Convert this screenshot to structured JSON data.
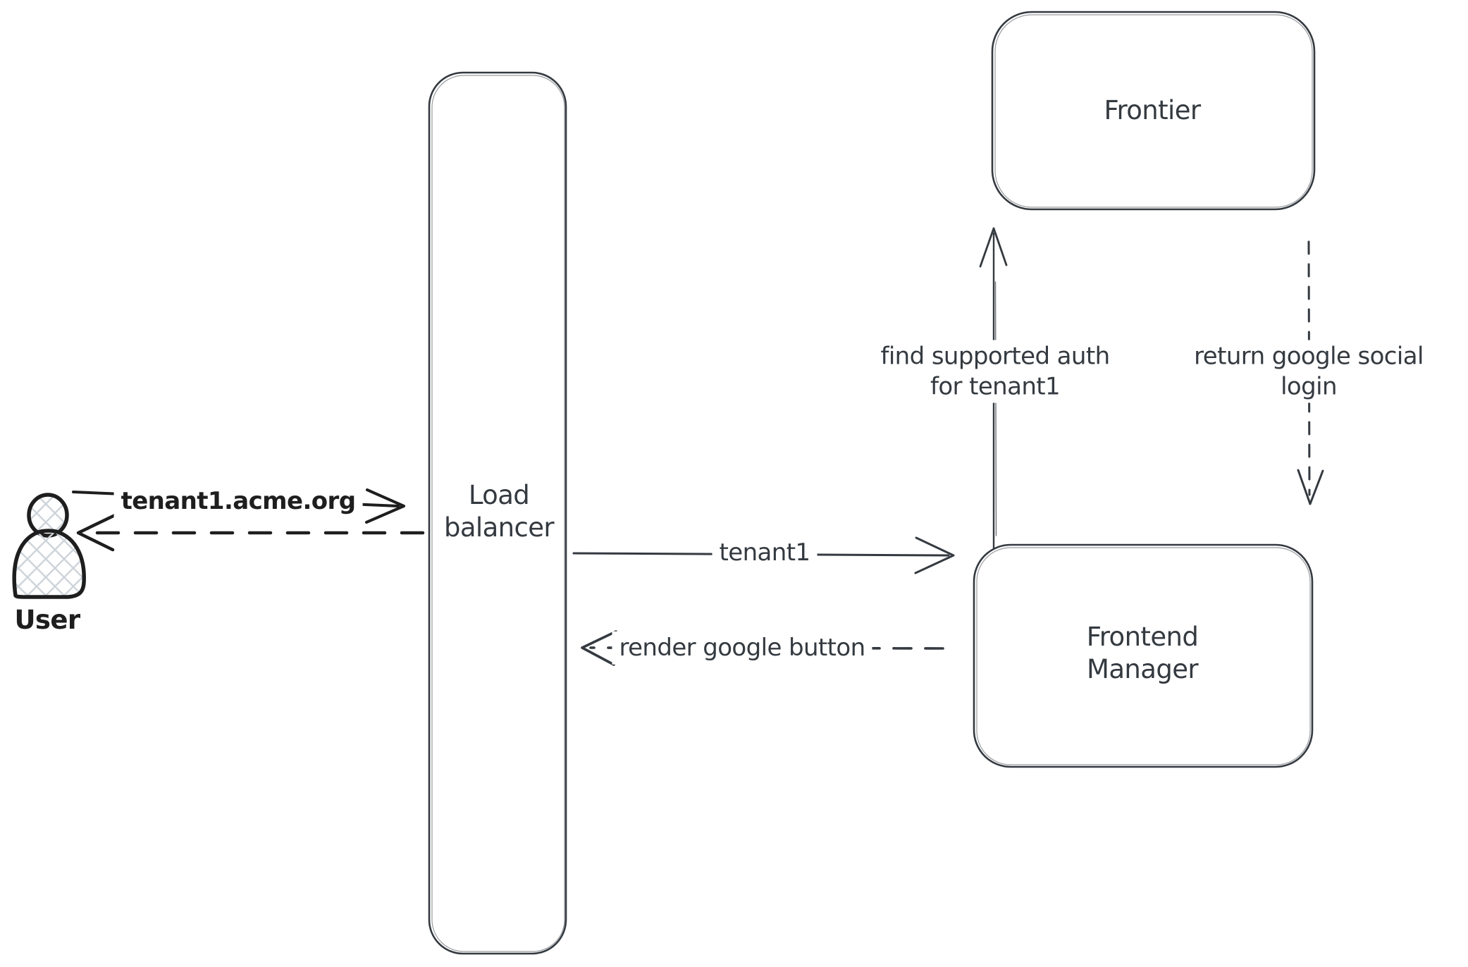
{
  "colors": {
    "ink": "#1e1e1e",
    "stroke": "#343a40",
    "hatch": "#ced4da",
    "background": "#ffffff"
  },
  "nodes": {
    "user": {
      "label": "User",
      "icon": "user-icon"
    },
    "load_balancer": {
      "line1": "Load",
      "line2": "balancer"
    },
    "frontier": {
      "label": "Frontier"
    },
    "frontend_manager": {
      "line1": "Frontend",
      "line2": "Manager"
    }
  },
  "edges": {
    "request": {
      "label": "tenant1.acme.org",
      "style": "solid",
      "from": "user",
      "to": "load_balancer"
    },
    "response": {
      "style": "dashed",
      "from": "load_balancer",
      "to": "user"
    },
    "tenant1": {
      "label": "tenant1",
      "style": "solid",
      "from": "load_balancer",
      "to": "frontend_manager"
    },
    "render_google": {
      "label": "render google button",
      "style": "dashed",
      "from": "frontend_manager",
      "to": "load_balancer"
    },
    "find_auth": {
      "label_line1": "find supported auth",
      "label_line2": "for tenant1",
      "style": "solid",
      "from": "frontend_manager",
      "to": "frontier"
    },
    "return_google": {
      "label_line1": "return google social",
      "label_line2": "login",
      "style": "dashed",
      "from": "frontier",
      "to": "frontend_manager"
    }
  }
}
